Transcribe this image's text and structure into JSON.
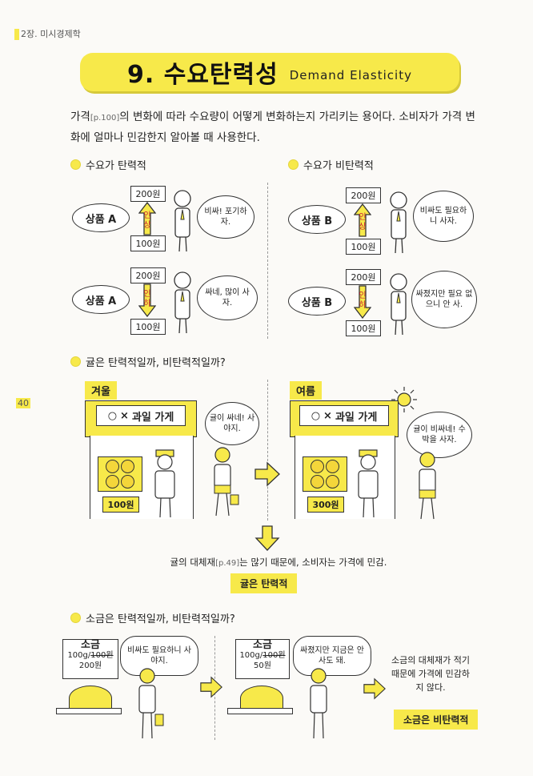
{
  "header": {
    "chapter_label": "2장. 미시경제학",
    "page_number": "40"
  },
  "title": {
    "main": "9. 수요탄력성",
    "sub": "Demand Elasticity"
  },
  "intro": {
    "part1": "가격",
    "ref1": "[p.100]",
    "part2": "의 변화에 따라 수요량이 어떻게 변화하는지 가리키는 용어다. 소비자가 가격 변화에 얼마나 민감한지 알아볼 때 사용한다."
  },
  "elastic": {
    "heading": "수요가 탄력적",
    "row1": {
      "product": "상품 A",
      "price_high": "200원",
      "price_low": "100원",
      "arrow": "인상",
      "speech": "비싸! 포기하자."
    },
    "row2": {
      "product": "상품 A",
      "price_high": "200원",
      "price_low": "100원",
      "arrow": "인하",
      "speech": "싸네, 많이 사자."
    }
  },
  "inelastic": {
    "heading": "수요가 비탄력적",
    "row1": {
      "product": "상품 B",
      "price_high": "200원",
      "price_low": "100원",
      "arrow": "인상",
      "speech": "비싸도 필요하니 사자."
    },
    "row2": {
      "product": "상품 B",
      "price_high": "200원",
      "price_low": "100원",
      "arrow": "인하",
      "speech": "싸졌지만 필요 없으니 안 사."
    }
  },
  "tangerine": {
    "heading": "귤은 탄력적일까, 비탄력적일까?",
    "winter": {
      "label": "겨울",
      "shop_sign": "과일 가게",
      "price": "100원",
      "speech": "귤이 싸네! 사야지."
    },
    "summer": {
      "label": "여름",
      "shop_sign": "과일 가게",
      "price": "300원",
      "speech": "귤이 비싸네! 수박을 사자."
    },
    "note_part1": "귤의 대체재",
    "note_ref": "[p.49]",
    "note_part2": "는 많기 때문에, 소비자는 가격에 민감.",
    "conclusion": "귤은 탄력적"
  },
  "salt": {
    "heading": "소금은 탄력적일까, 비탄력적일까?",
    "left": {
      "title": "소금",
      "unit": "100g/",
      "old_price": "100원",
      "new_price": "200원",
      "speech": "비싸도 필요하니 사야지."
    },
    "right": {
      "title": "소금",
      "unit": "100g/",
      "old_price": "100원",
      "new_price": "50원",
      "speech": "싸졌지만 지금은 안 사도 돼."
    },
    "note": "소금의 대체재가 적기 때문에 가격에 민감하지 않다.",
    "conclusion": "소금은 비탄력적"
  },
  "colors": {
    "accent": "#f7e94a",
    "ink": "#222222",
    "arrow_text": "#cc2233"
  }
}
